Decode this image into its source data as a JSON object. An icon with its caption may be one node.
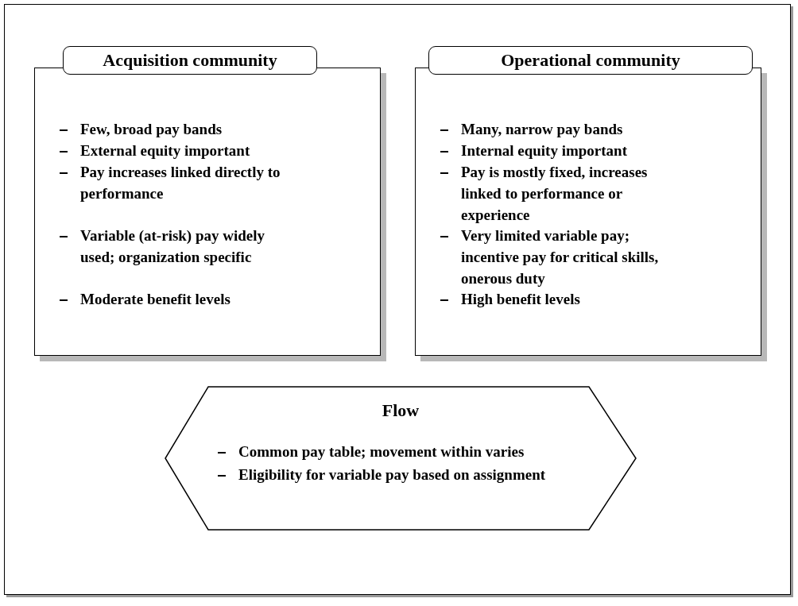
{
  "diagram": {
    "nodes": [
      {
        "text": [
          "Acquisition community",
          "Few, broad pay bands",
          "External equity important",
          "Pay increases linked directly to performance",
          "Variable (at-risk) pay widely used; organization specific",
          "Moderate benefit levels"
        ]
      },
      {
        "text": [
          "Operational community",
          "Many, narrow pay bands",
          "Internal equity important",
          "Pay is mostly fixed, increases linked to performance or experience",
          "Very limited variable pay; incentive pay for critical skills, onerous duty",
          "High benefit levels"
        ]
      },
      {
        "text": [
          "Flow",
          "Common pay table; movement within varies",
          "Eligibility for variable pay based on assignment"
        ]
      }
    ],
    "edges": []
  }
}
